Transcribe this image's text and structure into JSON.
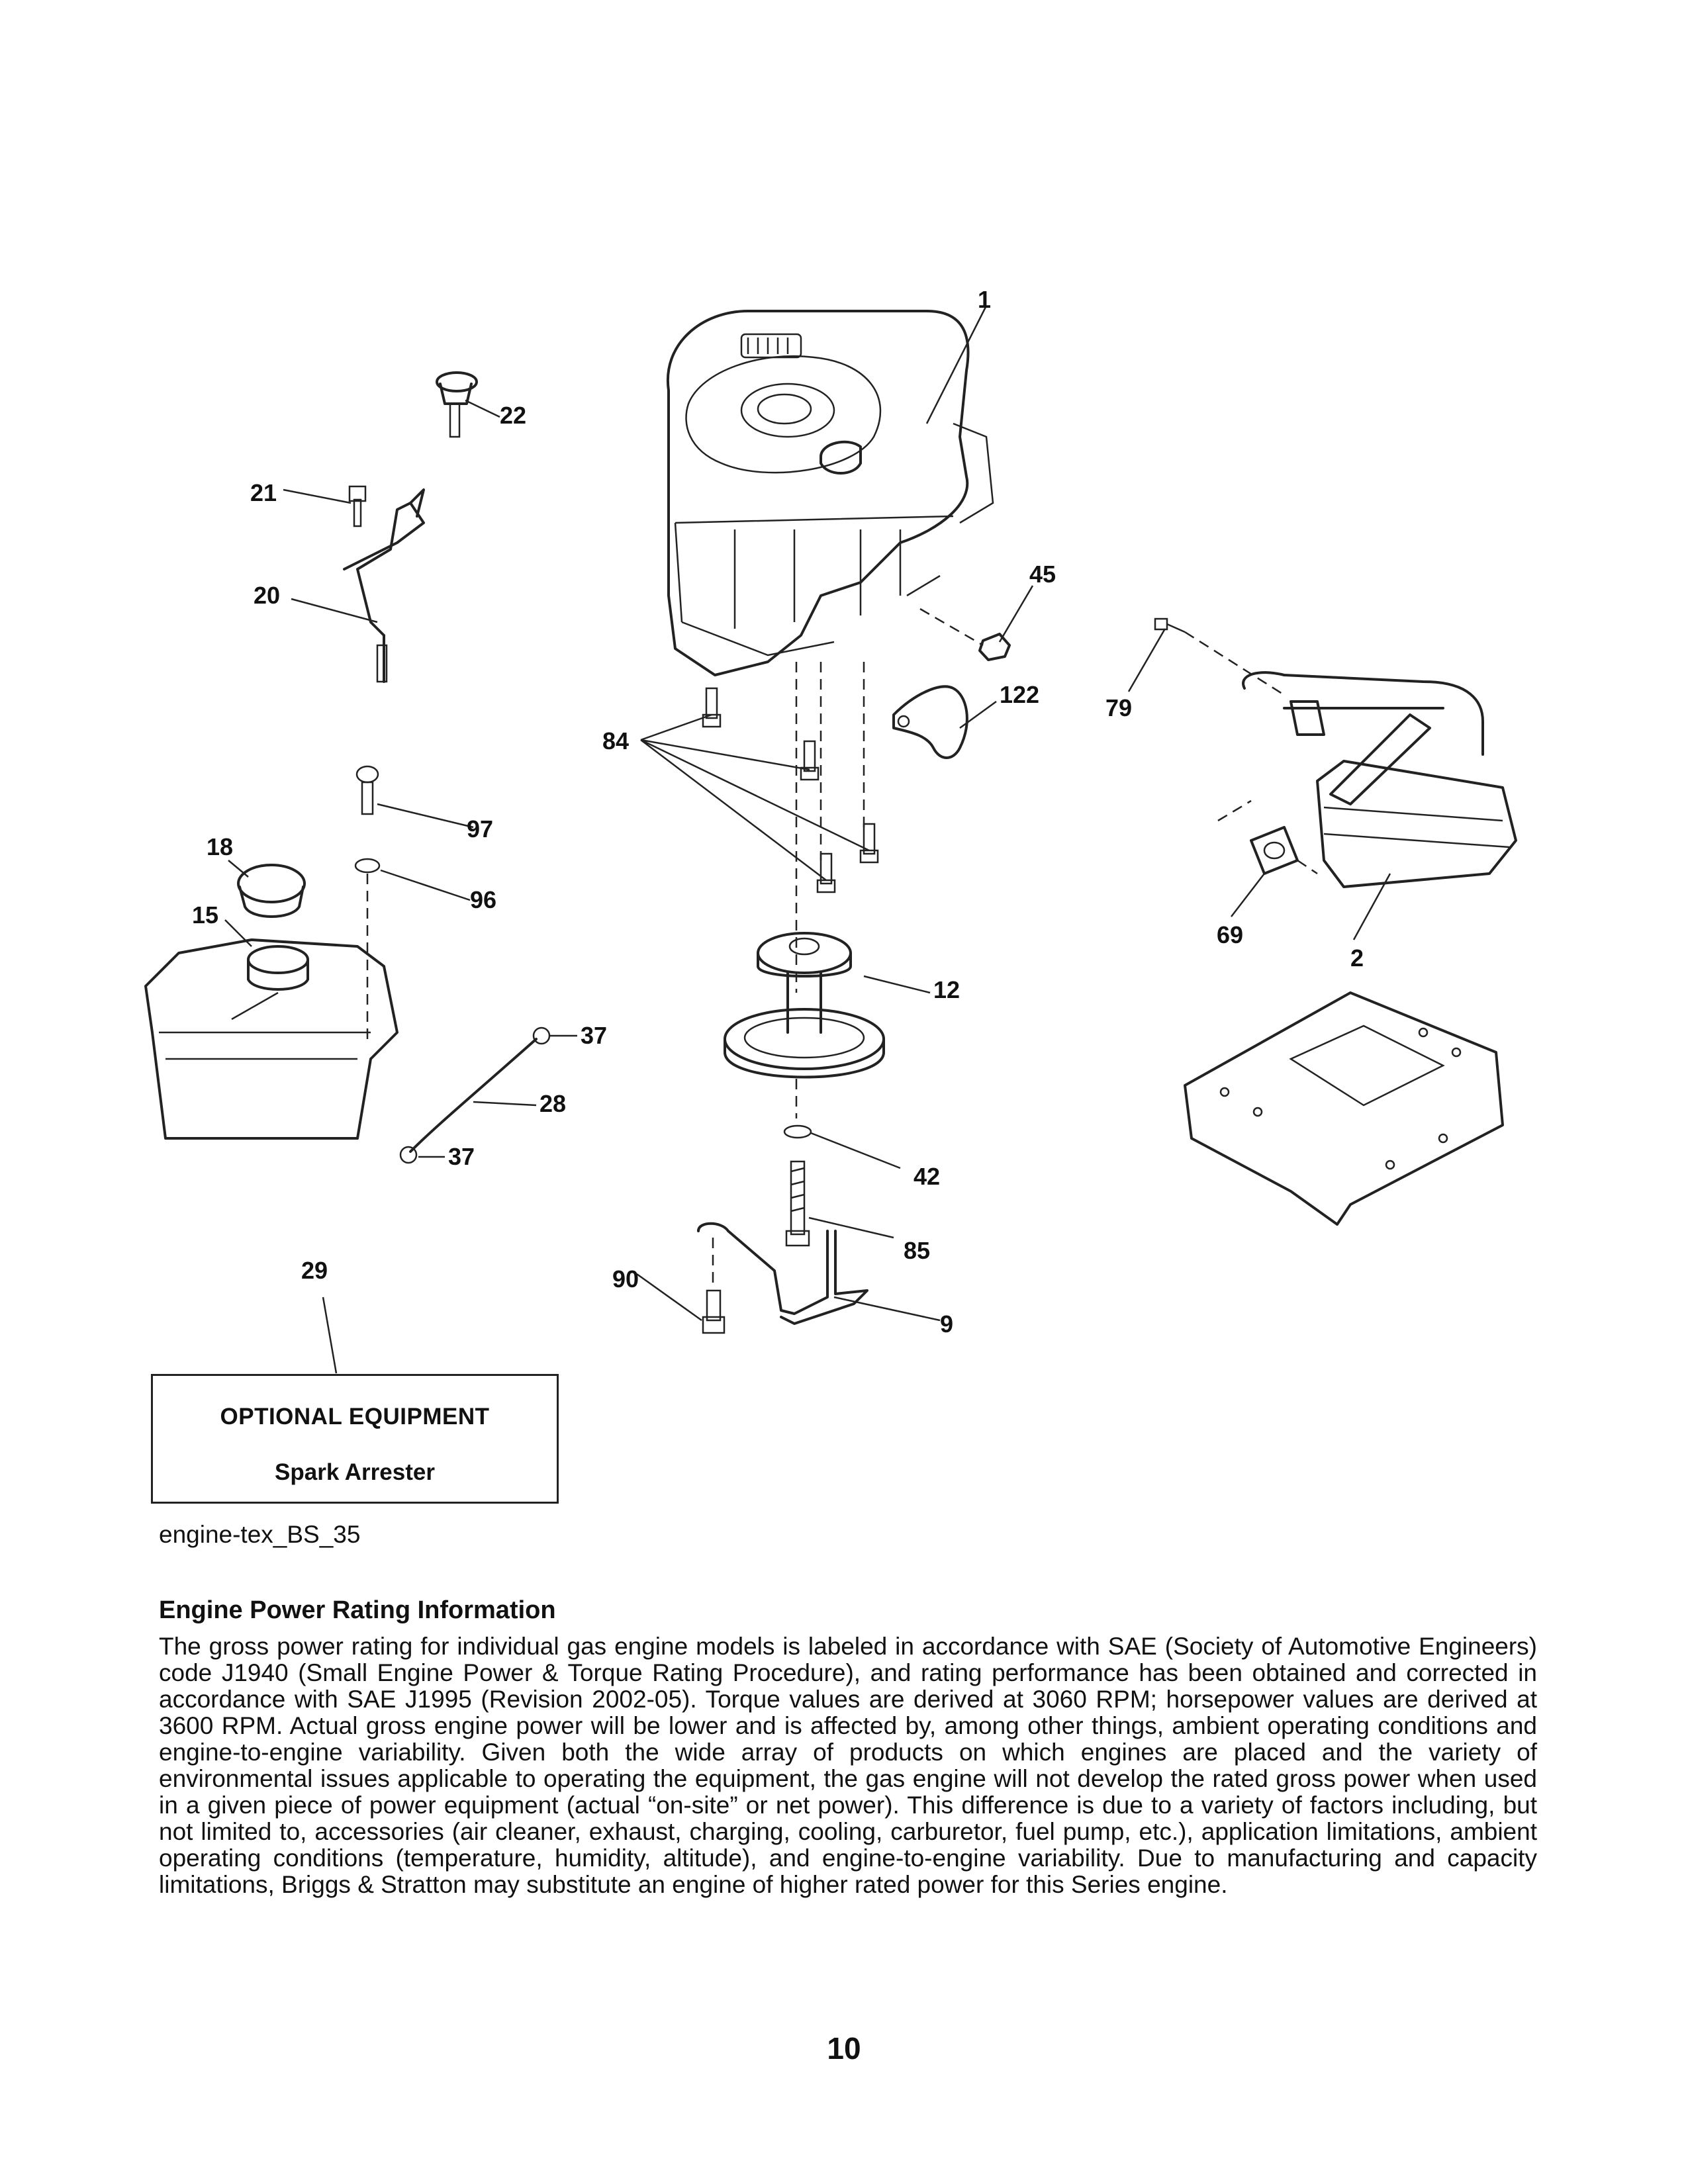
{
  "diagram": {
    "callouts": {
      "c1": "1",
      "c2": "2",
      "c9": "9",
      "c12": "12",
      "c15": "15",
      "c18": "18",
      "c20": "20",
      "c21": "21",
      "c22": "22",
      "c28": "28",
      "c29": "29",
      "c37a": "37",
      "c37b": "37",
      "c42": "42",
      "c45": "45",
      "c69": "69",
      "c79": "79",
      "c84": "84",
      "c85": "85",
      "c90": "90",
      "c96": "96",
      "c97": "97",
      "c122": "122"
    }
  },
  "optional_equipment": {
    "title": "OPTIONAL EQUIPMENT",
    "item": "Spark Arrester"
  },
  "figure_id": "engine-tex_BS_35",
  "rating": {
    "heading": "Engine Power Rating Information",
    "body": "The gross power rating for individual gas engine models is labeled in accordance with SAE (Society of Automotive Engineers) code J1940 (Small Engine Power & Torque Rating Procedure), and rating performance has been obtained and corrected in accordance with SAE J1995 (Revision 2002-05). Torque values are derived at 3060 RPM; horsepower values are derived at 3600 RPM. Actual gross engine power will be lower and is affected by, among other things, ambient operating conditions and engine-to-engine variability. Given both the wide array of products on which engines are placed and the variety of environmental issues applicable to operating the equipment, the gas engine will not develop the rated gross power when used in a given piece of power equipment (actual “on-site” or net power). This difference is due to a variety of factors including, but not limited to, accessories (air cleaner, exhaust, charging, cooling, carburetor, fuel pump, etc.), application limitations, ambient operating conditions (temperature, humidity, altitude), and engine-to-engine variability. Due to manufacturing and capacity limitations, Briggs & Stratton may substitute an engine of higher rated power for this Series engine."
  },
  "page_number": "10"
}
